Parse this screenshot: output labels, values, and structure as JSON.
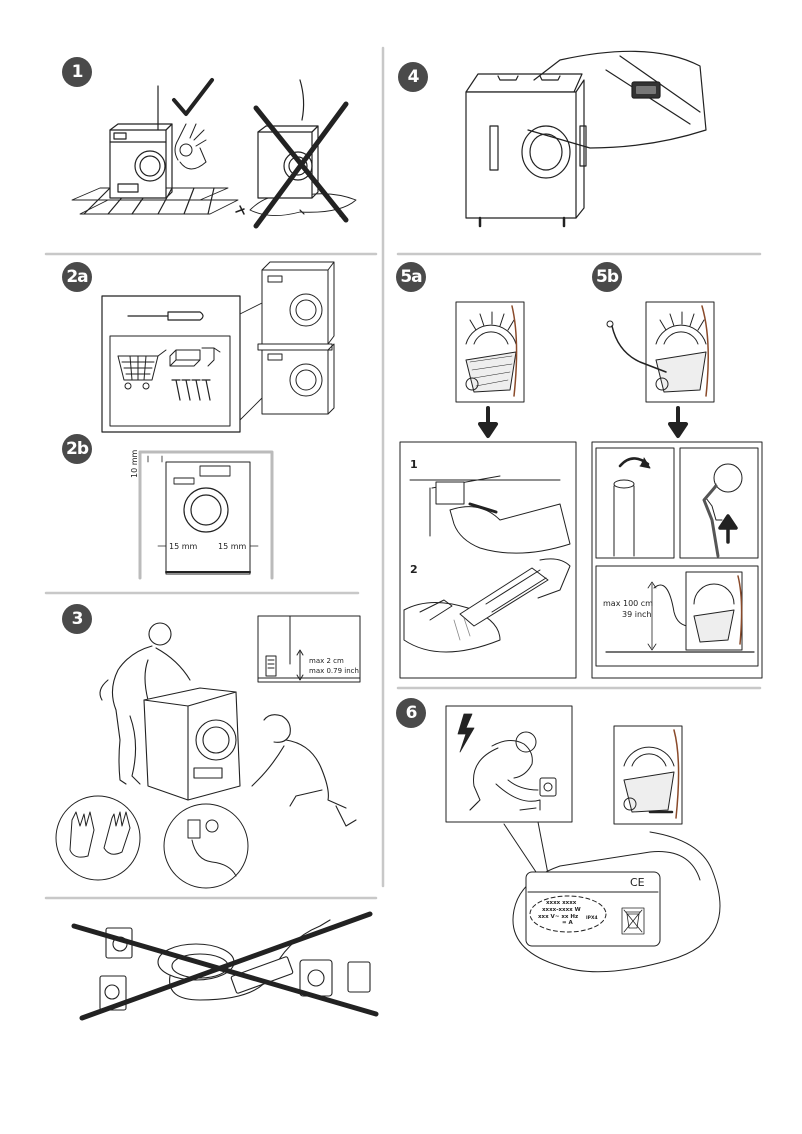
{
  "steps": {
    "s1": "1",
    "s2a": "2a",
    "s2b": "2b",
    "s3": "3",
    "s4": "4",
    "s5a": "5a",
    "s5b": "5b",
    "s6": "6"
  },
  "clearance": {
    "top": "10 mm",
    "left": "15 mm",
    "right": "15 mm"
  },
  "leveling": {
    "line1": "max 2 cm",
    "line2": "max 0.79 inch"
  },
  "filter_steps": {
    "first": "1",
    "second": "2"
  },
  "drain_height": {
    "line1": "max 100 cm",
    "line2": "39 inch"
  },
  "rating_plate": {
    "ce_mark": "CE",
    "line1": "xxxx xxxx",
    "line2": "xxxx-xxxx W",
    "line3": "xxx V~ xx Hz",
    "line4": "IPX4",
    "line5": "= A"
  },
  "colors": {
    "badge": "#4a4a4a",
    "divider": "#c8c8c8",
    "line": "#222222",
    "drain_accent": "#8a4a2a"
  },
  "icons": [
    "checkmark-icon",
    "cross-icon",
    "lightning-icon",
    "arrow-down-icon",
    "arrow-up-icon",
    "weee-bin-icon"
  ]
}
